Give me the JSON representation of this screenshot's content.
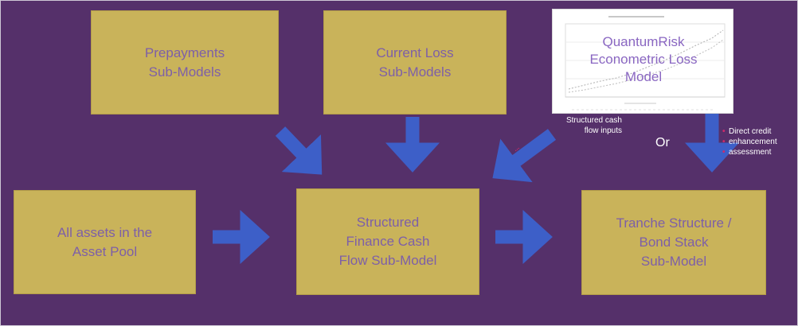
{
  "boxes": {
    "prepayments": {
      "line1": "Prepayments",
      "line2": "Sub-Models"
    },
    "current_loss": {
      "line1": "Current Loss",
      "line2": "Sub-Models"
    },
    "asset_pool": {
      "line1": "All assets in the",
      "line2": "Asset Pool"
    },
    "cash_flow": {
      "line1": "Structured",
      "line2": "Finance Cash",
      "line3": "Flow Sub-Model"
    },
    "tranche": {
      "line1": "Tranche Structure /",
      "line2": "Bond Stack",
      "line3": "Sub-Model"
    }
  },
  "quantum": {
    "line1": "QuantumRisk",
    "line2": "Econometric Loss",
    "line3": "Model"
  },
  "labels": {
    "structured_inputs_1": "Structured cash",
    "structured_inputs_2": "flow inputs",
    "or": "Or",
    "direct_1": "Direct credit",
    "direct_2": "enhancement",
    "direct_3": "assessment",
    "arrow_tag": "..."
  },
  "colors": {
    "background": "#55306a",
    "box_fill": "#c9b35a",
    "box_text": "#7d5fa8",
    "arrow": "#3d5fc8",
    "highlight": "#d02a6a"
  }
}
